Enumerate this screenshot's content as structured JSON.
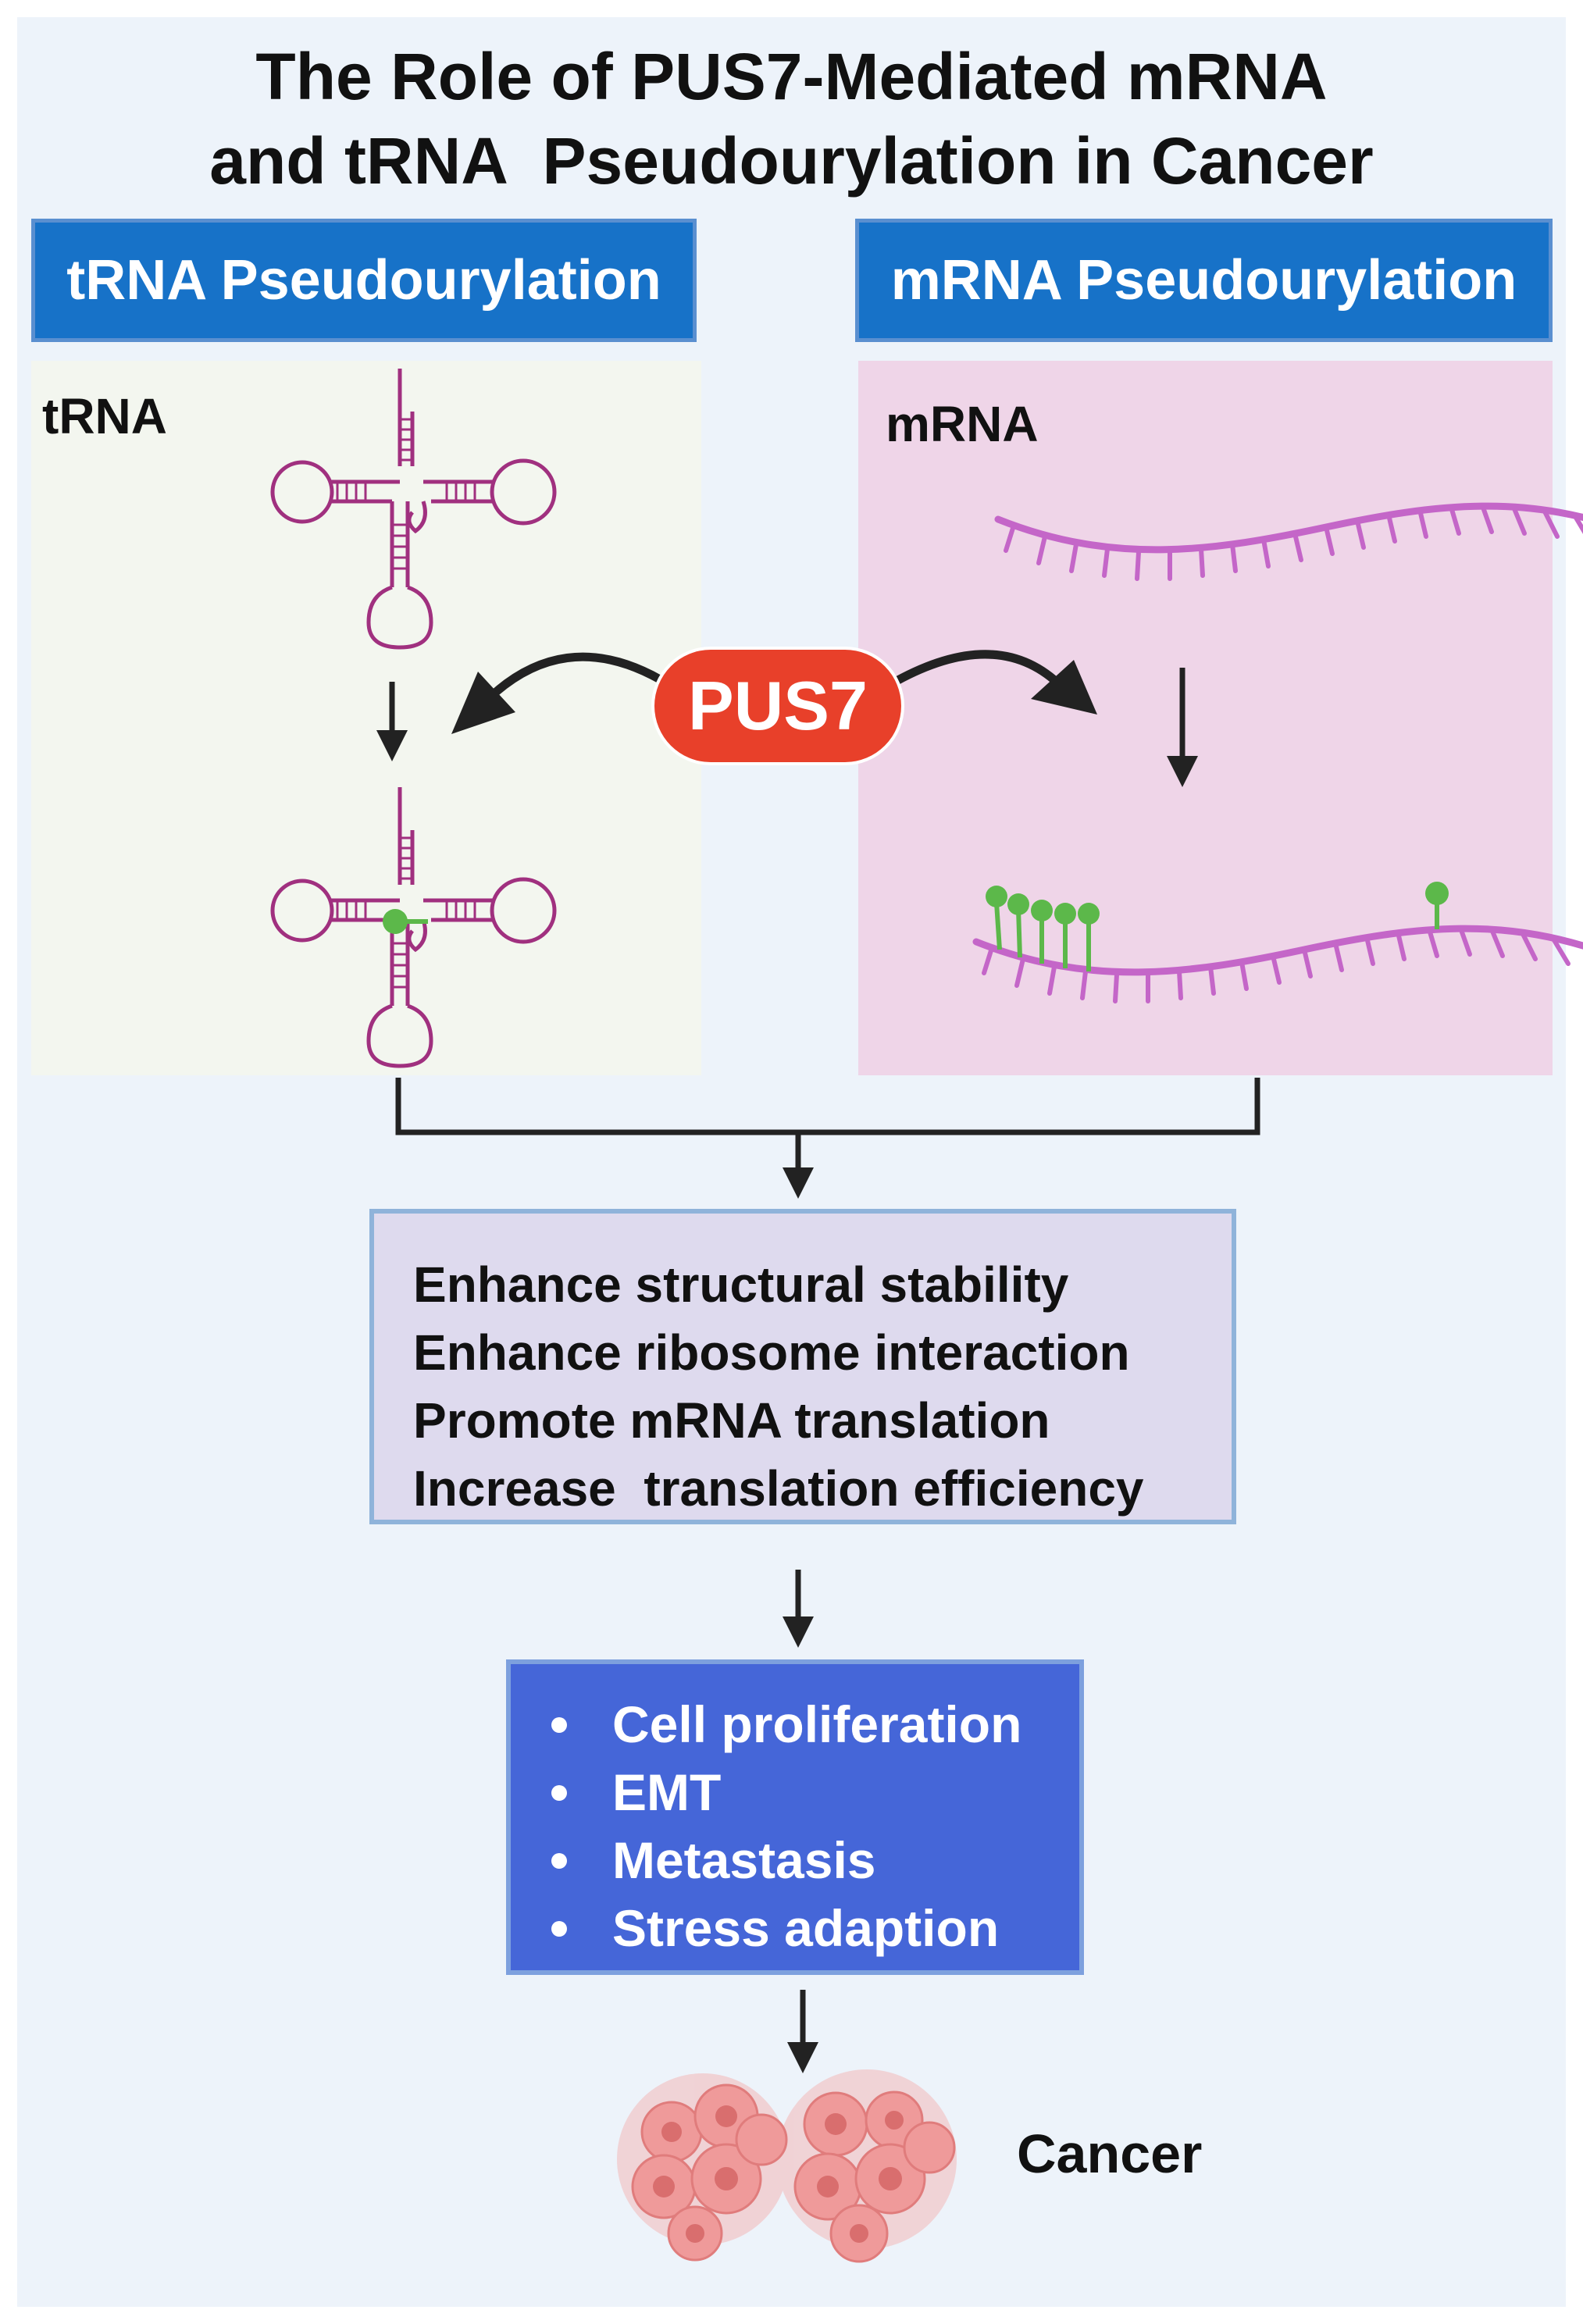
{
  "title": {
    "line1": "The Role of PUS7-Mediated mRNA",
    "line2": "and tRNA  Pseudourylation in Cancer"
  },
  "left_panel": {
    "header": "tRNA Pseudourylation",
    "label": "tRNA",
    "background": "#f3f6ef"
  },
  "right_panel": {
    "header": "mRNA Pseudourylation",
    "label": "mRNA",
    "background": "#efd5e8"
  },
  "enzyme": {
    "label": "PUS7",
    "color": "#e8402a"
  },
  "effects": {
    "items": [
      "Enhance structural stability",
      "Enhance ribosome interaction",
      "Promote mRNA translation",
      "Increase  translation efficiency"
    ]
  },
  "outcomes": {
    "items": [
      "Cell proliferation",
      "EMT",
      "Metastasis",
      "Stress adaption"
    ]
  },
  "result": {
    "label": "Cancer"
  },
  "colors": {
    "header_blue": "#1772c8",
    "rna_purple": "#c466c8",
    "trna_line": "#a0307f",
    "pseudouridine_green": "#5cb84a",
    "outcome_blue": "#4566d8",
    "cancer_pink": "#ef9a9a"
  }
}
